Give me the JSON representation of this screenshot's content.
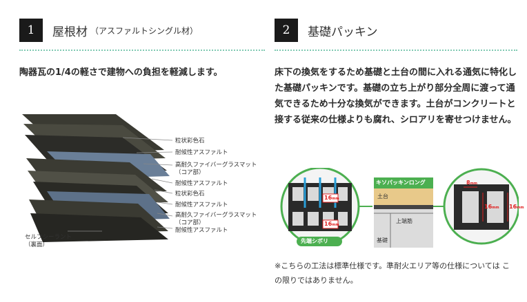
{
  "left": {
    "number": "1",
    "title": "屋根材",
    "subtitle": "（アスファルトシングル材）",
    "description": "陶器瓦の1/4の軽さで建物への負担を軽減します。",
    "layers": [
      "粒状彩色石",
      "耐候性アスファルト",
      "高耐久ファイバーグラスマット",
      "（コア部）",
      "耐候性アスファルト",
      "粒状彩色石",
      "耐候性アスファルト",
      "高耐久ファイバーグラスマット",
      "（コア部）",
      "耐候性アスファルト"
    ],
    "side_label_1": "セルフシーラント",
    "side_label_2": "（裏面）"
  },
  "right": {
    "number": "2",
    "title": "基礎パッキン",
    "description": "床下の換気をするため基礎と土台の間に入れる通気に特化した基礎パッキンです。基礎の立ち上がり部分全周に渡って通気できるため十分な換気ができます。土台がコンクリートと接する従来の仕様よりも腐れ、シロアリを寄せつけません。",
    "diagram": {
      "banner": "キソパッキンロング",
      "dodai": "土台",
      "uwabakin": "上端筋",
      "kiso": "基礎",
      "sentan": "先端シボリ",
      "dim_16": "16",
      "dim_8": "8",
      "unit": "mm"
    },
    "note": "※こちらの工法は標準仕様です。準耐火エリア等の仕様については この限りではありません。"
  },
  "colors": {
    "accent_dots": "#7fc9b2",
    "green": "#4caf50",
    "blue": "#2a9fd8",
    "red": "#e02020"
  }
}
